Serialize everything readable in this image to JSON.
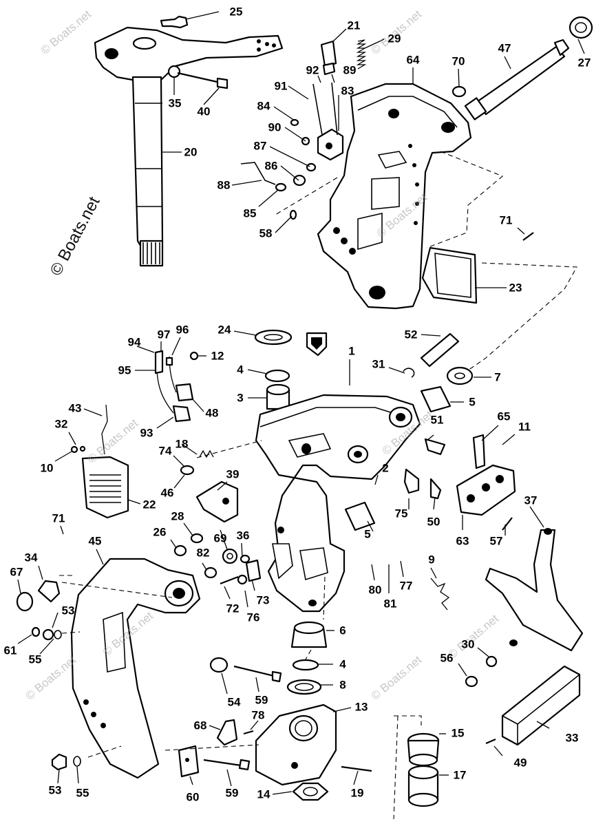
{
  "diagram": {
    "callouts": [
      "25",
      "21",
      "29",
      "64",
      "70",
      "47",
      "27",
      "92",
      "89",
      "91",
      "83",
      "84",
      "90",
      "87",
      "86",
      "88",
      "85",
      "58",
      "35",
      "40",
      "20",
      "71",
      "23",
      "24",
      "52",
      "1",
      "31",
      "7",
      "4",
      "3",
      "5",
      "94",
      "97",
      "96",
      "95",
      "12",
      "93",
      "48",
      "43",
      "32",
      "10",
      "22",
      "18",
      "74",
      "46",
      "39",
      "2",
      "51",
      "65",
      "11",
      "75",
      "50",
      "63",
      "57",
      "37",
      "71",
      "28",
      "26",
      "69",
      "36",
      "82",
      "73",
      "72",
      "76",
      "80",
      "81",
      "77",
      "9",
      "34",
      "45",
      "67",
      "53",
      "61",
      "55",
      "6",
      "4",
      "8",
      "13",
      "30",
      "56",
      "54",
      "59",
      "68",
      "78",
      "15",
      "33",
      "49",
      "53",
      "55",
      "60",
      "59",
      "14",
      "19",
      "17",
      "5"
    ]
  },
  "watermark": {
    "small": "© Boats.net",
    "large": "© Boats.net"
  }
}
